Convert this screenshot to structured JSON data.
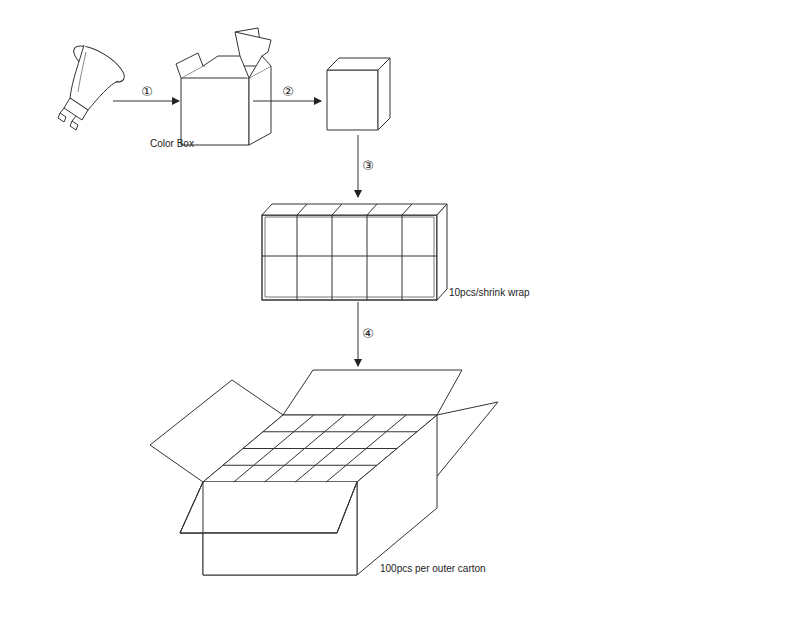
{
  "diagram": {
    "nodes": [
      {
        "text": [
          "Color Box"
        ]
      },
      {
        "text": [
          "10pcs/shrink wrap"
        ]
      },
      {
        "text": [
          "100pcs per outer carton"
        ]
      }
    ],
    "labels": [
      "①",
      "②",
      "③",
      "④"
    ]
  }
}
